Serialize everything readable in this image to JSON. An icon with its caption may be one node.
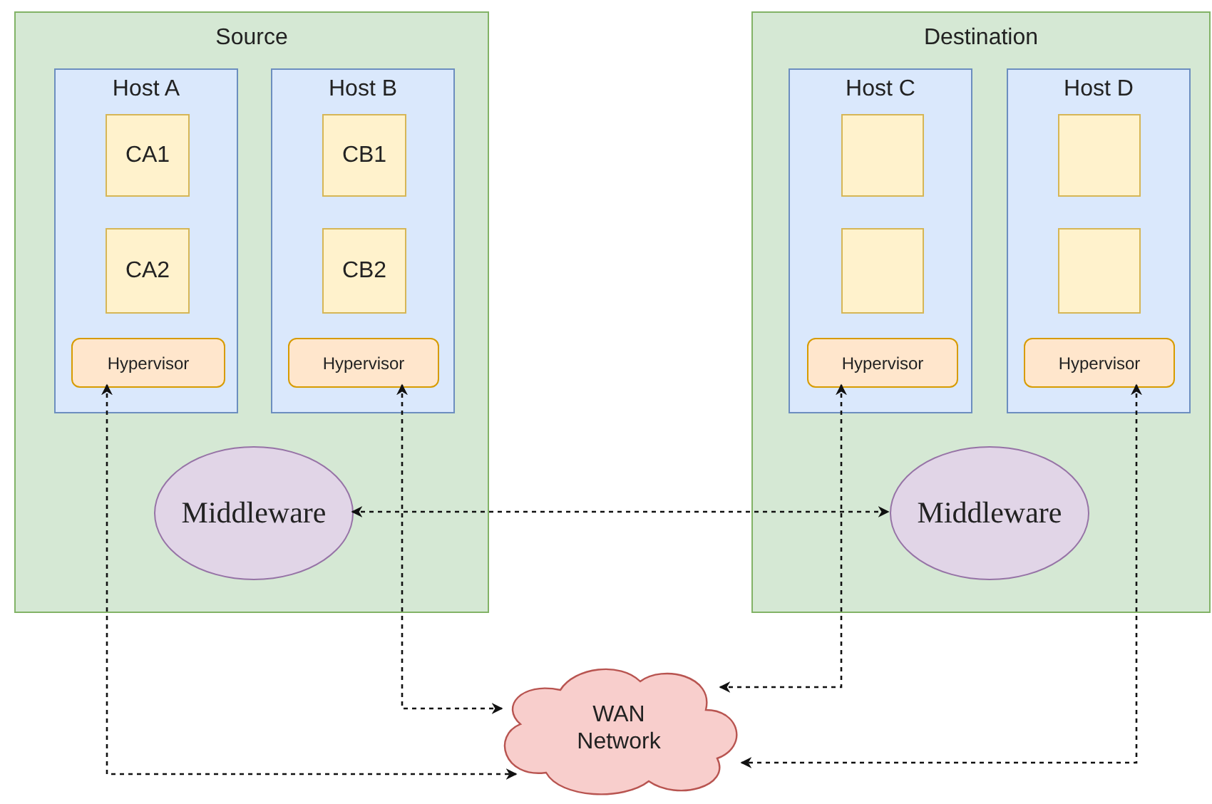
{
  "diagram": {
    "nodes": [
      {
        "text": [
          "Source"
        ]
      },
      {
        "text": [
          "Host A"
        ],
        "in": 0
      },
      {
        "text": [
          "CA1"
        ],
        "in": 1
      },
      {
        "text": [
          "CA2"
        ],
        "in": 1
      },
      {
        "text": [
          "Hypervisor"
        ],
        "in": 1
      },
      {
        "text": [
          "Host B"
        ],
        "in": 0
      },
      {
        "text": [
          "CB1"
        ],
        "in": 5
      },
      {
        "text": [
          "CB2"
        ],
        "in": 5
      },
      {
        "text": [
          "Hypervisor"
        ],
        "in": 5
      },
      {
        "text": [
          "Middleware"
        ],
        "in": 0
      },
      {
        "text": [
          "Destination"
        ]
      },
      {
        "text": [
          "Host C"
        ],
        "in": 10
      },
      {
        "text": [],
        "shape": "box",
        "in": 11
      },
      {
        "text": [],
        "shape": "box",
        "in": 11
      },
      {
        "text": [
          "Hypervisor"
        ],
        "in": 11
      },
      {
        "text": [
          "Host D"
        ],
        "in": 10
      },
      {
        "text": [],
        "shape": "box",
        "in": 15
      },
      {
        "text": [],
        "shape": "box",
        "in": 15
      },
      {
        "text": [
          "Hypervisor"
        ],
        "in": 15
      },
      {
        "text": [
          "Middleware"
        ],
        "in": 10
      },
      {
        "text": [
          "WAN Network"
        ]
      }
    ],
    "edges": [
      {
        "from": 9,
        "to": 19,
        "arrow": "both",
        "style": "dashed"
      },
      {
        "from": 4,
        "to": 20,
        "arrow": "both",
        "style": "dashed"
      },
      {
        "from": 8,
        "to": 20,
        "arrow": "both",
        "style": "dashed"
      },
      {
        "from": 14,
        "to": 20,
        "arrow": "both",
        "style": "dashed"
      },
      {
        "from": 18,
        "to": 20,
        "arrow": "both",
        "style": "dashed"
      }
    ]
  }
}
